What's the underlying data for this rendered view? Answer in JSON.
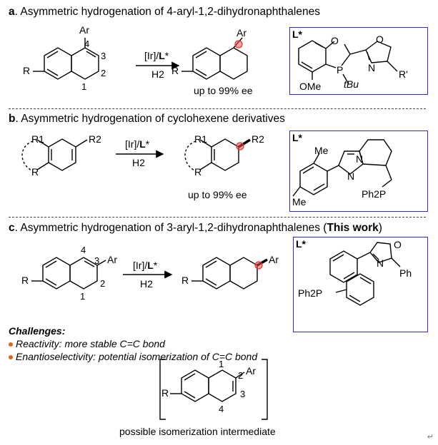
{
  "sections": {
    "a": {
      "letter": "a",
      "title": ". Asymmetric hydrogenation of 4-aryl-1,2-dihydronaphthalenes",
      "reagent": "[Ir]/",
      "ligand_bold": "L",
      "ligand_star": "*",
      "h2": "H2",
      "ee": "up to 99% ee",
      "sm_labels": {
        "ar": "Ar",
        "n4": "4",
        "n3": "3",
        "n2": "2",
        "n1": "1",
        "r": "R"
      },
      "prod_labels": {
        "ar": "Ar",
        "r": "R"
      },
      "ligand_box": {
        "title": "L*",
        "o1": "O",
        "o2": "O",
        "p": "P",
        "n": "N",
        "ome": "OMe",
        "tbu": "tBu",
        "rprime": "R'"
      }
    },
    "b": {
      "letter": "b",
      "title": ". Asymmetric hydrogenation of cyclohexene derivatives",
      "reagent": "[Ir]/",
      "ligand_bold": "L",
      "ligand_star": "*",
      "h2": "H2",
      "ee": "up to 99% ee",
      "sm_labels": {
        "r1": "R1",
        "r2": "R2",
        "r": "R"
      },
      "prod_labels": {
        "r1": "R1",
        "r2": "R2",
        "r": "R"
      },
      "ligand_box": {
        "title": "L*",
        "me1": "Me",
        "me2": "Me",
        "n1": "N",
        "n2": "N",
        "ph2p": "Ph2P"
      }
    },
    "c": {
      "letter": "c",
      "title_pre": ". Asymmetric hydrogenation of 3-aryl-1,2-dihydronaphthalenes (",
      "title_bold": "This work",
      "title_post": ")",
      "reagent": "[Ir]/",
      "ligand_bold": "L",
      "ligand_star": "*",
      "h2": "H2",
      "sm_labels": {
        "ar": "Ar",
        "n4": "4",
        "n3": "3",
        "n2": "2",
        "n1": "1",
        "r": "R"
      },
      "prod_labels": {
        "ar": "Ar",
        "r": "R"
      },
      "ligand_box": {
        "title": "L*",
        "ph2p": "Ph2P",
        "o": "O",
        "n": "N",
        "ph": "Ph"
      }
    }
  },
  "challenges": {
    "heading": "Challenges:",
    "items": [
      "Reactivity: more stable C=C bond",
      "Enantioselectivity: potential isomerization of C=C bond"
    ]
  },
  "intermediate": {
    "labels": {
      "n1": "1",
      "n2": "2",
      "n3": "3",
      "n4": "4",
      "ar": "Ar",
      "r": "R"
    },
    "caption": "possible isomerization intermediate"
  },
  "colors": {
    "box_border": "#2b2bd9",
    "stereocenter": "#e23030",
    "bullet": "#e2661c"
  }
}
